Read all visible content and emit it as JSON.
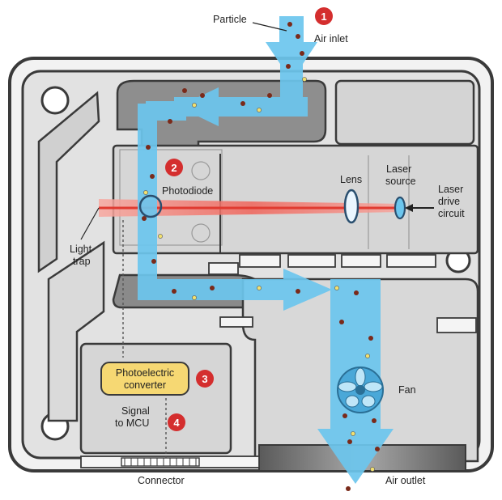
{
  "labels": {
    "particle": "Particle",
    "air_inlet": "Air inlet",
    "photodiode": "Photodiode",
    "lens": "Lens",
    "laser_source_1": "Laser",
    "laser_source_2": "source",
    "laser_drive_1": "Laser",
    "laser_drive_2": "drive",
    "laser_drive_3": "circuit",
    "light_trap_1": "Light",
    "light_trap_2": "trap",
    "photoelectric_1": "Photoelectric",
    "photoelectric_2": "converter",
    "signal_1": "Signal",
    "signal_2": "to MCU",
    "fan": "Fan",
    "connector": "Connector",
    "air_outlet": "Air outlet"
  },
  "steps": [
    "1",
    "2",
    "3",
    "4"
  ],
  "colors": {
    "body_fill": "#e4e4e4",
    "chamber_fill": "#d8d8d8",
    "dark_channel": "#8a8a8a",
    "airflow": "#6cc6ee",
    "laser": "#f0645a",
    "step_badge": "#d42e2e",
    "converter_box": "#f6d873"
  }
}
